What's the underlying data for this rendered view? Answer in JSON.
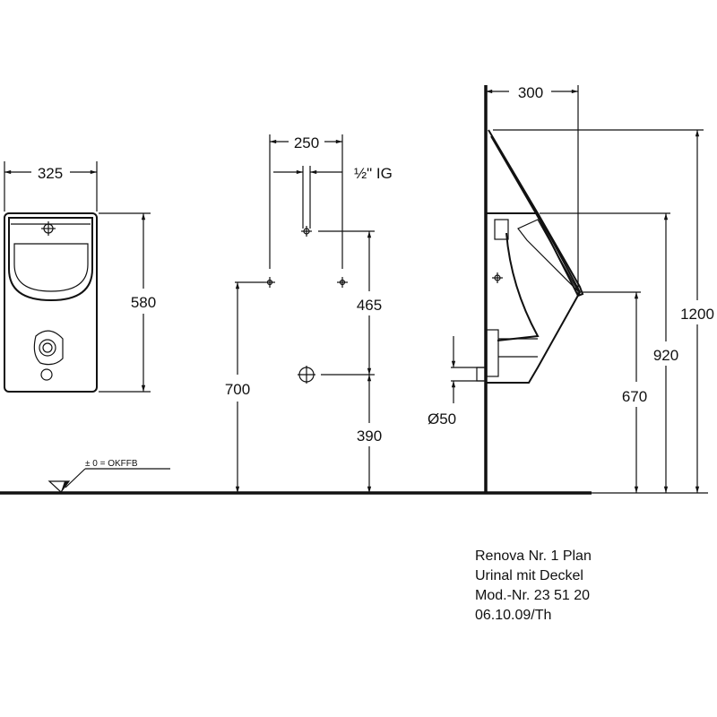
{
  "front_view": {
    "width_label": "325",
    "height_label": "580"
  },
  "installation": {
    "spacing_label": "250",
    "pipe_label": "½\" IG",
    "height_label": "700",
    "upper_label": "465",
    "lower_label": "390",
    "floor_reference": "± 0 = OKFFB"
  },
  "side_view": {
    "depth_label": "300",
    "total_height_label": "1200",
    "rim_height_label": "920",
    "lip_height_label": "670",
    "drain_label": "Ø50"
  },
  "title_block": {
    "lines": [
      "Renova Nr. 1 Plan",
      "Urinal mit Deckel",
      "Mod.-Nr. 23 51 20",
      "06.10.09/Th"
    ]
  }
}
